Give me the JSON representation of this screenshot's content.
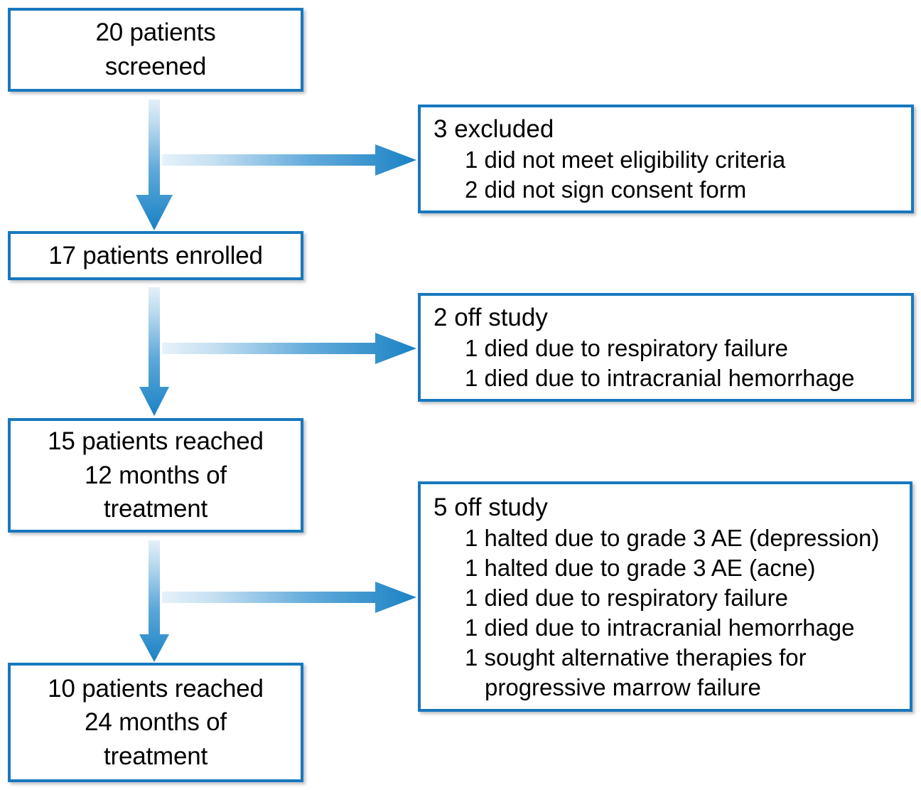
{
  "diagram": {
    "title": "CONSORT-style patient flow diagram",
    "accent_color": "#1878be",
    "arrow_color_light": "#dceaf7",
    "arrow_color_dark": "#1a82c4",
    "flow_boxes": [
      {
        "id": "screened",
        "lines": [
          "20 patients",
          "screened"
        ],
        "count": 20
      },
      {
        "id": "enrolled",
        "lines": [
          "17 patients enrolled"
        ],
        "count": 17
      },
      {
        "id": "reached-12-months",
        "lines": [
          "15 patients reached",
          "12 months of",
          "treatment"
        ],
        "count": 15
      },
      {
        "id": "reached-24-months",
        "lines": [
          "10 patients reached",
          "24 months of",
          "treatment"
        ],
        "count": 10
      }
    ],
    "exclusion_boxes": [
      {
        "id": "excluded",
        "heading": "3 excluded",
        "count": 3,
        "items": [
          {
            "text": "1 did not meet eligibility criteria",
            "continuation": false
          },
          {
            "text": "2 did not sign consent form",
            "continuation": false
          }
        ]
      },
      {
        "id": "off-study-1",
        "heading": "2 off study",
        "count": 2,
        "items": [
          {
            "text": "1 died due to respiratory failure",
            "continuation": false
          },
          {
            "text": "1 died due to intracranial hemorrhage",
            "continuation": false
          }
        ]
      },
      {
        "id": "off-study-2",
        "heading": "5 off study",
        "count": 5,
        "items": [
          {
            "text": "1 halted due to grade 3 AE (depression)",
            "continuation": false
          },
          {
            "text": "1 halted due to grade 3 AE (acne)",
            "continuation": false
          },
          {
            "text": "1 died due to respiratory failure",
            "continuation": false
          },
          {
            "text": "1 died due to intracranial hemorrhage",
            "continuation": false
          },
          {
            "text": "1 sought alternative therapies for",
            "continuation": false
          },
          {
            "text": "progressive marrow failure",
            "continuation": true
          }
        ]
      }
    ],
    "connectors": [
      {
        "id": "down-screened-to-enrolled",
        "direction": "down"
      },
      {
        "id": "down-enrolled-to-12months",
        "direction": "down"
      },
      {
        "id": "down-12months-to-24months",
        "direction": "down"
      },
      {
        "id": "right-to-excluded",
        "direction": "right"
      },
      {
        "id": "right-to-off-study-1",
        "direction": "right"
      },
      {
        "id": "right-to-off-study-2",
        "direction": "right"
      }
    ]
  }
}
